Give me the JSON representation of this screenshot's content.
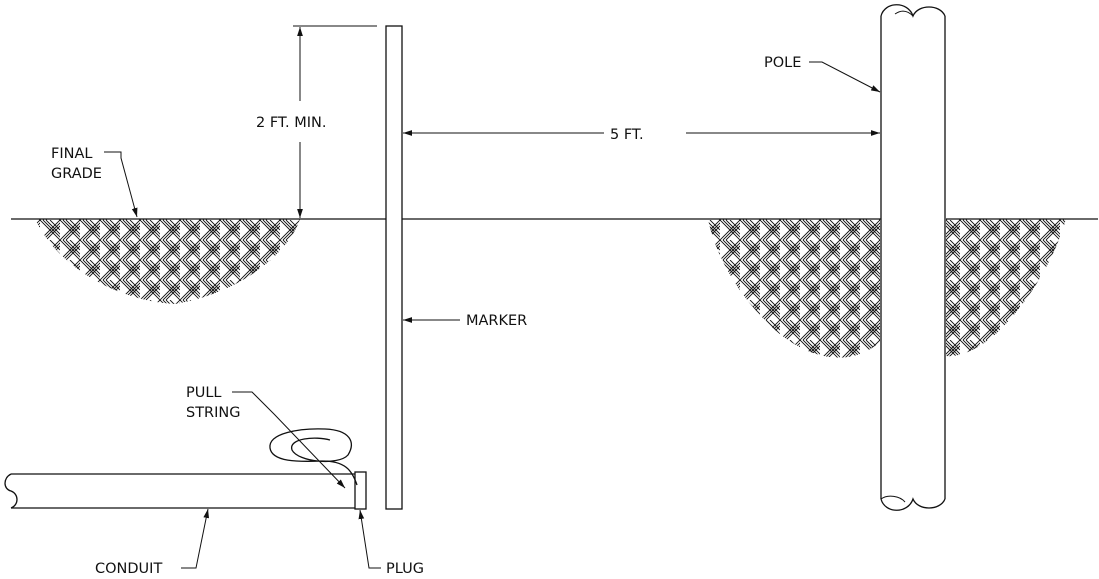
{
  "labels": {
    "final_grade_line1": "FINAL",
    "final_grade_line2": "GRADE",
    "height_dim": "2 FT. MIN.",
    "distance_dim": "5 FT.",
    "pole": "POLE",
    "marker": "MARKER",
    "pull_string_line1": "PULL",
    "pull_string_line2": "STRING",
    "conduit": "CONDUIT",
    "plug": "PLUG"
  },
  "colors": {
    "ink": "#111111",
    "background": "#ffffff"
  }
}
